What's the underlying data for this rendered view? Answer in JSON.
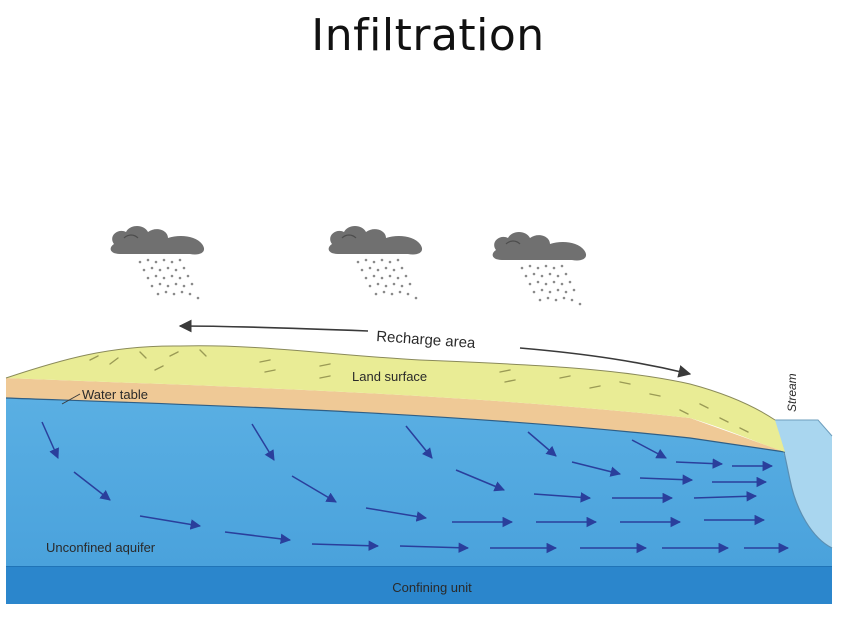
{
  "title": "Infiltration",
  "labels": {
    "recharge_area": "Recharge area",
    "land_surface": "Land surface",
    "water_table": "Water table",
    "stream": "Stream",
    "unconfined_aquifer": "Unconfined aquifer",
    "confining_unit": "Confining unit"
  },
  "colors": {
    "land": "#e9ec95",
    "unsaturated": "#efc996",
    "aquifer": "#4fa7df",
    "confining": "#2b86cc",
    "stream": "#a9d6ef",
    "arrow": "#2a3f9c",
    "cloud": "#6e6e6e"
  },
  "icons": [
    "rain-cloud-icon",
    "flow-arrow-icon",
    "recharge-arrow-icon"
  ]
}
